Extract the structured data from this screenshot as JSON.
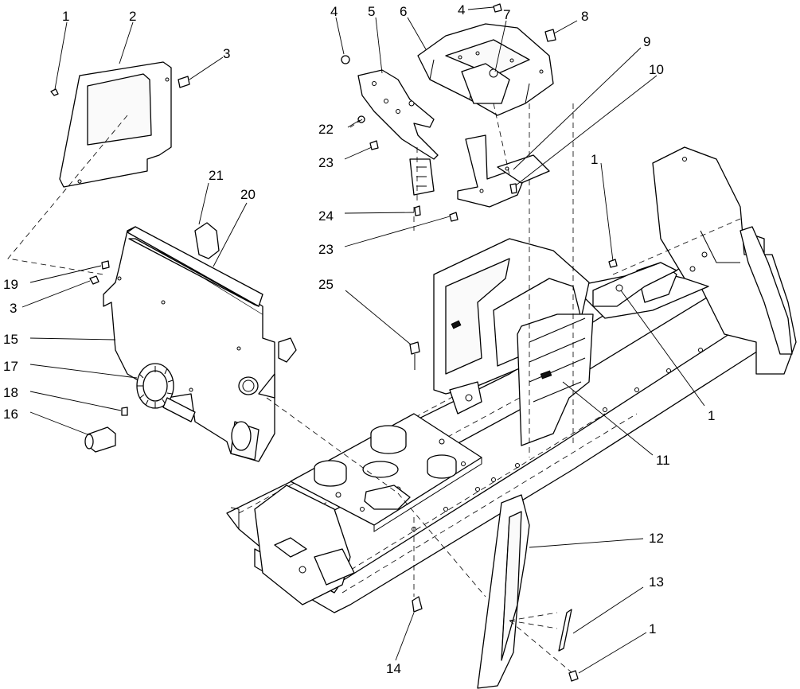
{
  "callouts": [
    {
      "id": "c1a",
      "label": "1"
    },
    {
      "id": "c2",
      "label": "2"
    },
    {
      "id": "c3a",
      "label": "3"
    },
    {
      "id": "c4a",
      "label": "4"
    },
    {
      "id": "c5",
      "label": "5"
    },
    {
      "id": "c6",
      "label": "6"
    },
    {
      "id": "c4b",
      "label": "4"
    },
    {
      "id": "c7",
      "label": "7"
    },
    {
      "id": "c8",
      "label": "8"
    },
    {
      "id": "c9",
      "label": "9"
    },
    {
      "id": "c10",
      "label": "10"
    },
    {
      "id": "c22",
      "label": "22"
    },
    {
      "id": "c23a",
      "label": "23"
    },
    {
      "id": "c21",
      "label": "21"
    },
    {
      "id": "c20",
      "label": "20"
    },
    {
      "id": "c24",
      "label": "24"
    },
    {
      "id": "c23b",
      "label": "23"
    },
    {
      "id": "c1b",
      "label": "1"
    },
    {
      "id": "c19",
      "label": "19"
    },
    {
      "id": "c3b",
      "label": "3"
    },
    {
      "id": "c25",
      "label": "25"
    },
    {
      "id": "c15",
      "label": "15"
    },
    {
      "id": "c17",
      "label": "17"
    },
    {
      "id": "c18",
      "label": "18"
    },
    {
      "id": "c16",
      "label": "16"
    },
    {
      "id": "c1c",
      "label": "1"
    },
    {
      "id": "c11",
      "label": "11"
    },
    {
      "id": "c12",
      "label": "12"
    },
    {
      "id": "c13",
      "label": "13"
    },
    {
      "id": "c1d",
      "label": "1"
    },
    {
      "id": "c14",
      "label": "14"
    }
  ]
}
